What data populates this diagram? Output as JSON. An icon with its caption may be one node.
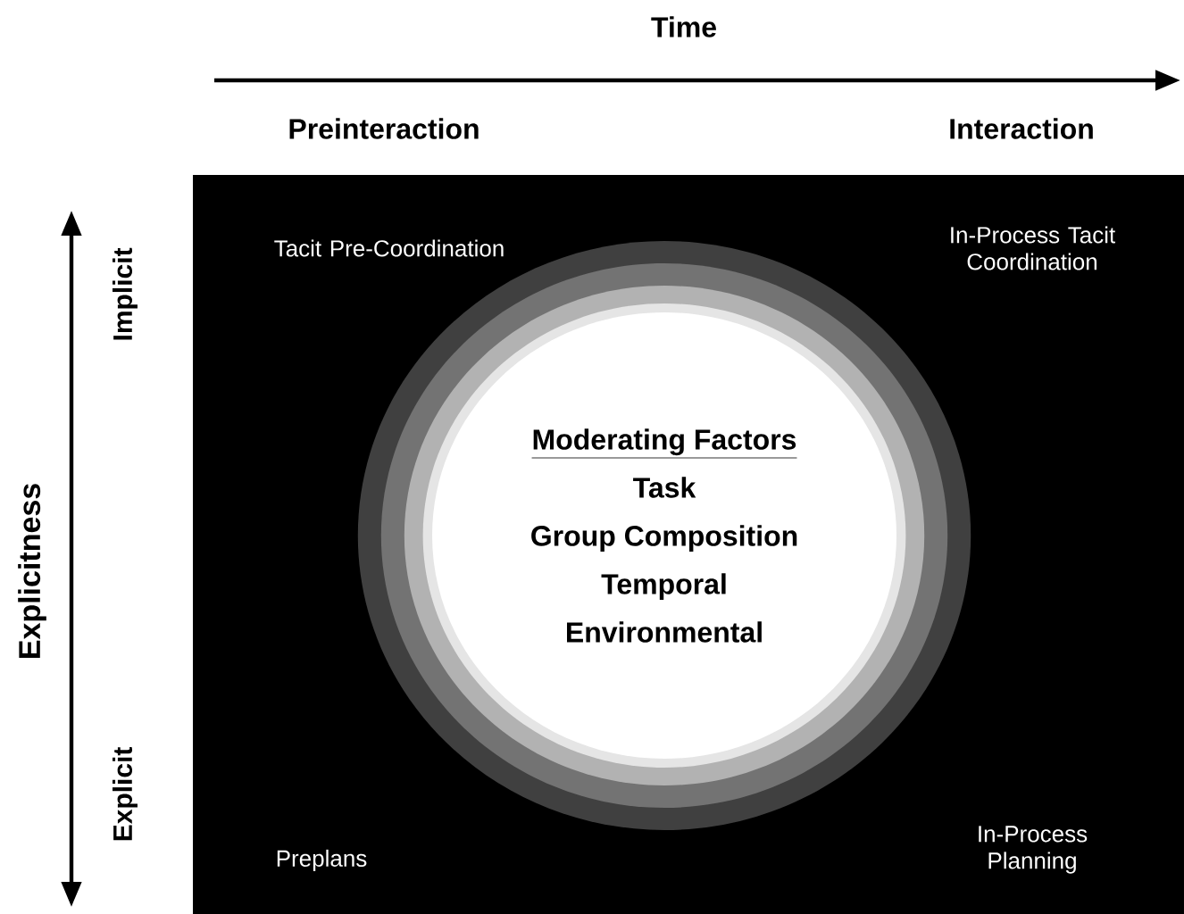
{
  "diagram": {
    "nodes": [
      {
        "text": [
          "Moderating Factors",
          "Task",
          "Group Composition",
          "Temporal",
          "Environmental"
        ]
      }
    ],
    "edges": [],
    "labels": [
      "Time",
      "Preinteraction",
      "Interaction",
      "Explicitness",
      "Implicit",
      "Explicit",
      "Tacit Pre-Coordination",
      "In-Process Tacit Coordination",
      "Preplans",
      "In-Process Planning"
    ]
  }
}
